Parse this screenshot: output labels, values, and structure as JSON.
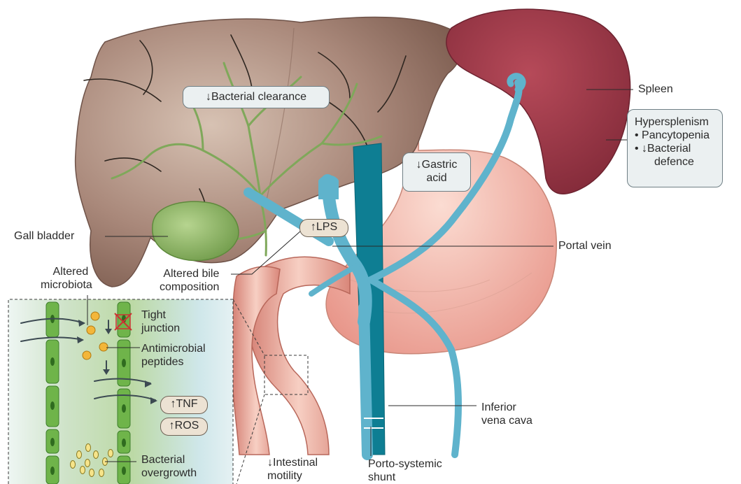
{
  "labels": {
    "bacterial_clearance": "↓Bacterial clearance",
    "spleen": "Spleen",
    "hypersplenism_title": "Hypersplenism",
    "hypersplenism_item1": "• Pancytopenia",
    "hypersplenism_item2": "• ↓Bacterial",
    "hypersplenism_item3": "defence",
    "gastric_acid_line1": "↓Gastric",
    "gastric_acid_line2": "acid",
    "gall_bladder": "Gall bladder",
    "lps": "↑LPS",
    "portal_vein": "Portal vein",
    "altered_microbiota_line1": "Altered",
    "altered_microbiota_line2": "microbiota",
    "altered_bile_line1": "Altered bile",
    "altered_bile_line2": "composition",
    "tight_junction_line1": "Tight",
    "tight_junction_line2": "junction",
    "antimicrobial_line1": "Antimicrobial",
    "antimicrobial_line2": "peptides",
    "tnf": "↑TNF",
    "ros": "↑ROS",
    "bacterial_overgrowth_line1": "Bacterial",
    "bacterial_overgrowth_line2": "overgrowth",
    "intestinal_motility_line1": "↓Intestinal",
    "intestinal_motility_line2": "motility",
    "porto_systemic_line1": "Porto-systemic",
    "porto_systemic_line2": "shunt",
    "ivc_line1": "Inferior",
    "ivc_line2": "vena cava"
  },
  "colors": {
    "liver": "#9b7a68",
    "spleen": "#9a3a48",
    "stomach": "#f0b6a8",
    "gallbladder": "#8fb86a",
    "bile_duct": "#86ad5e",
    "portal_vein": "#5fb3cc",
    "ivc": "#0e7e93",
    "callout_box": "#ebf0f1",
    "pill": "#ece2d3",
    "bacteria": "#f3b63a"
  }
}
